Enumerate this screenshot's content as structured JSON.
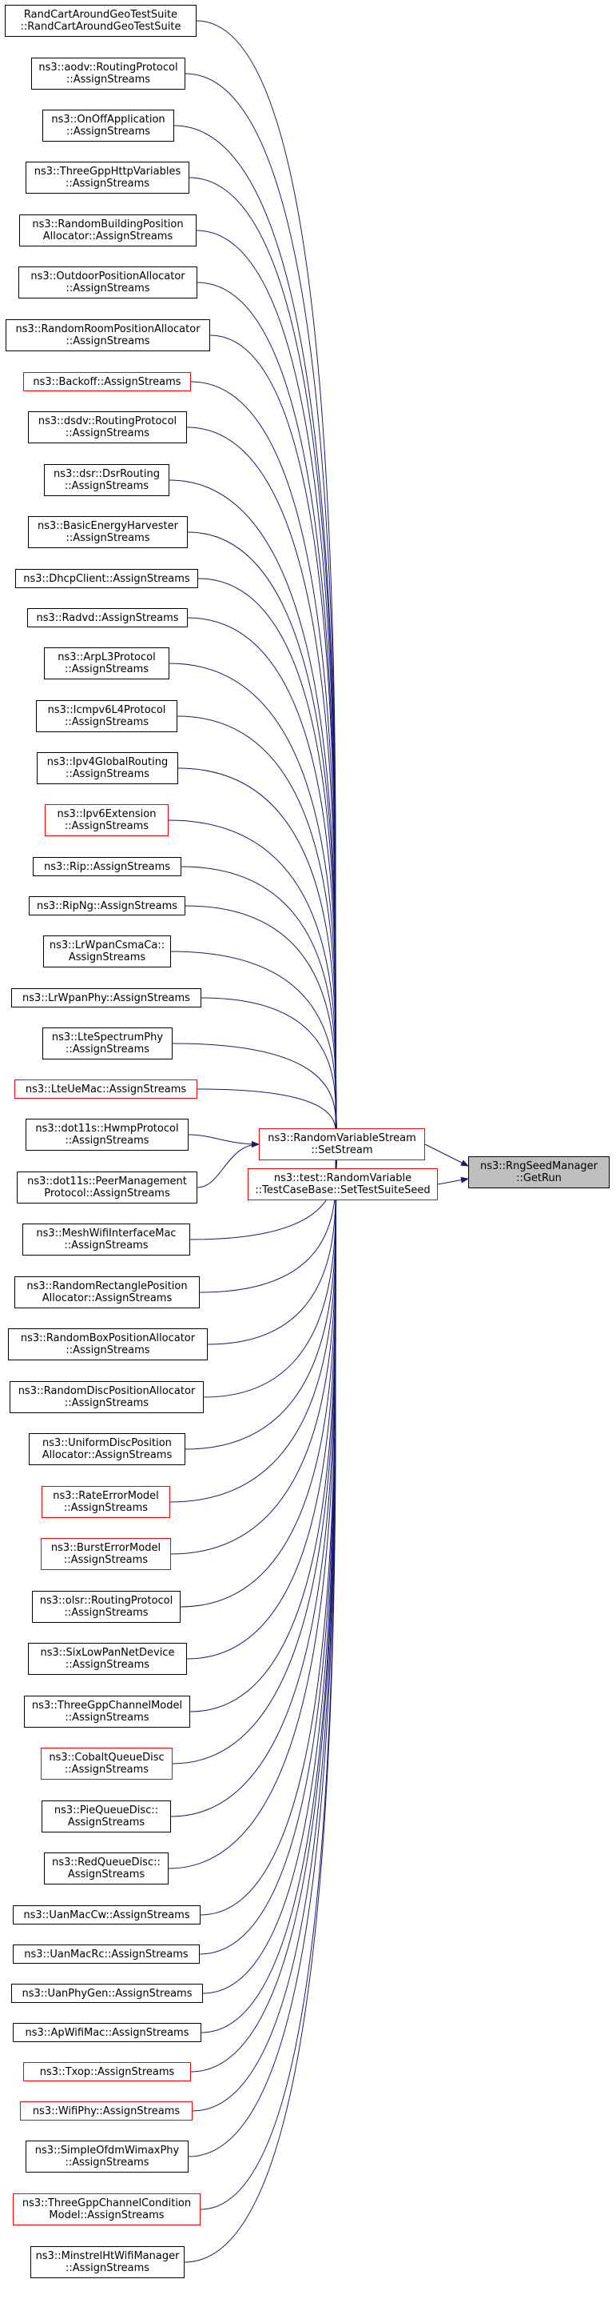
{
  "colors": {
    "edge": "#191970",
    "node_border": "#000000",
    "node_border_red": "#ff0000",
    "target_fill": "#bfbfbf"
  },
  "target": {
    "label": "ns3::RngSeedManager\n::GetRun"
  },
  "mid_nodes": [
    {
      "label": "ns3::RandomVariableStream\n::SetStream",
      "border": "red"
    },
    {
      "label": "ns3::test::RandomVariable\n::TestCaseBase::SetTestSuiteSeed",
      "border": "red"
    }
  ],
  "callers": [
    {
      "label": "RandCartAroundGeoTestSuite\n::RandCartAroundGeoTestSuite",
      "border": "black"
    },
    {
      "label": "ns3::aodv::RoutingProtocol\n::AssignStreams",
      "border": "black"
    },
    {
      "label": "ns3::OnOffApplication\n::AssignStreams",
      "border": "black"
    },
    {
      "label": "ns3::ThreeGppHttpVariables\n::AssignStreams",
      "border": "black"
    },
    {
      "label": "ns3::RandomBuildingPosition\nAllocator::AssignStreams",
      "border": "black"
    },
    {
      "label": "ns3::OutdoorPositionAllocator\n::AssignStreams",
      "border": "black"
    },
    {
      "label": "ns3::RandomRoomPositionAllocator\n::AssignStreams",
      "border": "black"
    },
    {
      "label": "ns3::Backoff::AssignStreams",
      "border": "red"
    },
    {
      "label": "ns3::dsdv::RoutingProtocol\n::AssignStreams",
      "border": "black"
    },
    {
      "label": "ns3::dsr::DsrRouting\n::AssignStreams",
      "border": "black"
    },
    {
      "label": "ns3::BasicEnergyHarvester\n::AssignStreams",
      "border": "black"
    },
    {
      "label": "ns3::DhcpClient::AssignStreams",
      "border": "black"
    },
    {
      "label": "ns3::Radvd::AssignStreams",
      "border": "black"
    },
    {
      "label": "ns3::ArpL3Protocol\n::AssignStreams",
      "border": "black"
    },
    {
      "label": "ns3::Icmpv6L4Protocol\n::AssignStreams",
      "border": "black"
    },
    {
      "label": "ns3::Ipv4GlobalRouting\n::AssignStreams",
      "border": "black"
    },
    {
      "label": "ns3::Ipv6Extension\n::AssignStreams",
      "border": "red"
    },
    {
      "label": "ns3::Rip::AssignStreams",
      "border": "black"
    },
    {
      "label": "ns3::RipNg::AssignStreams",
      "border": "black"
    },
    {
      "label": "ns3::LrWpanCsmaCa::\nAssignStreams",
      "border": "black"
    },
    {
      "label": "ns3::LrWpanPhy::AssignStreams",
      "border": "black"
    },
    {
      "label": "ns3::LteSpectrumPhy\n::AssignStreams",
      "border": "black"
    },
    {
      "label": "ns3::LteUeMac::AssignStreams",
      "border": "red"
    },
    {
      "label": "ns3::dot11s::HwmpProtocol\n::AssignStreams",
      "border": "black"
    },
    {
      "label": "ns3::dot11s::PeerManagement\nProtocol::AssignStreams",
      "border": "black"
    },
    {
      "label": "ns3::MeshWifiInterfaceMac\n::AssignStreams",
      "border": "black"
    },
    {
      "label": "ns3::RandomRectanglePosition\nAllocator::AssignStreams",
      "border": "black"
    },
    {
      "label": "ns3::RandomBoxPositionAllocator\n::AssignStreams",
      "border": "black"
    },
    {
      "label": "ns3::RandomDiscPositionAllocator\n::AssignStreams",
      "border": "black"
    },
    {
      "label": "ns3::UniformDiscPosition\nAllocator::AssignStreams",
      "border": "black"
    },
    {
      "label": "ns3::RateErrorModel\n::AssignStreams",
      "border": "red"
    },
    {
      "label": "ns3::BurstErrorModel\n::AssignStreams",
      "border": "red"
    },
    {
      "label": "ns3::olsr::RoutingProtocol\n::AssignStreams",
      "border": "black"
    },
    {
      "label": "ns3::SixLowPanNetDevice\n::AssignStreams",
      "border": "black"
    },
    {
      "label": "ns3::ThreeGppChannelModel\n::AssignStreams",
      "border": "black"
    },
    {
      "label": "ns3::CobaltQueueDisc\n::AssignStreams",
      "border": "red"
    },
    {
      "label": "ns3::PieQueueDisc::\nAssignStreams",
      "border": "black"
    },
    {
      "label": "ns3::RedQueueDisc::\nAssignStreams",
      "border": "black"
    },
    {
      "label": "ns3::UanMacCw::AssignStreams",
      "border": "black"
    },
    {
      "label": "ns3::UanMacRc::AssignStreams",
      "border": "black"
    },
    {
      "label": "ns3::UanPhyGen::AssignStreams",
      "border": "black"
    },
    {
      "label": "ns3::ApWifiMac::AssignStreams",
      "border": "black"
    },
    {
      "label": "ns3::Txop::AssignStreams",
      "border": "red"
    },
    {
      "label": "ns3::WifiPhy::AssignStreams",
      "border": "red"
    },
    {
      "label": "ns3::SimpleOfdmWimaxPhy\n::AssignStreams",
      "border": "black"
    },
    {
      "label": "ns3::ThreeGppChannelCondition\nModel::AssignStreams",
      "border": "red"
    },
    {
      "label": "ns3::MinstrelHtWifiManager\n::AssignStreams",
      "border": "black"
    }
  ]
}
